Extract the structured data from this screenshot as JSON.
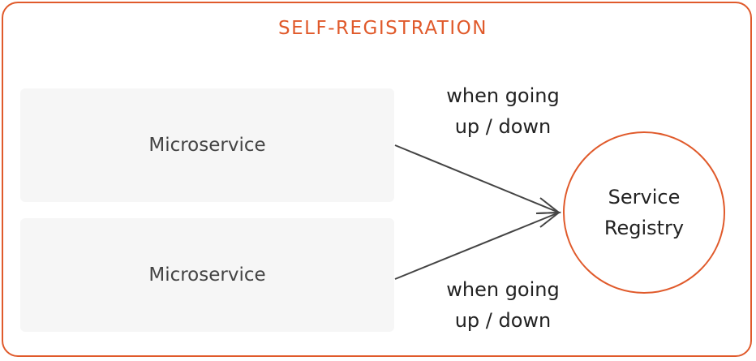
{
  "title": "SELF-REGISTRATION",
  "microservices": [
    {
      "label": "Microservice"
    },
    {
      "label": "Microservice"
    }
  ],
  "edge_labels": [
    "when going\nup / down",
    "when going\nup / down"
  ],
  "registry": {
    "label": "Service\nRegistry"
  },
  "colors": {
    "accent": "#E05A2B",
    "box": "#f6f6f6",
    "text": "#222222",
    "arrow": "#444444"
  }
}
